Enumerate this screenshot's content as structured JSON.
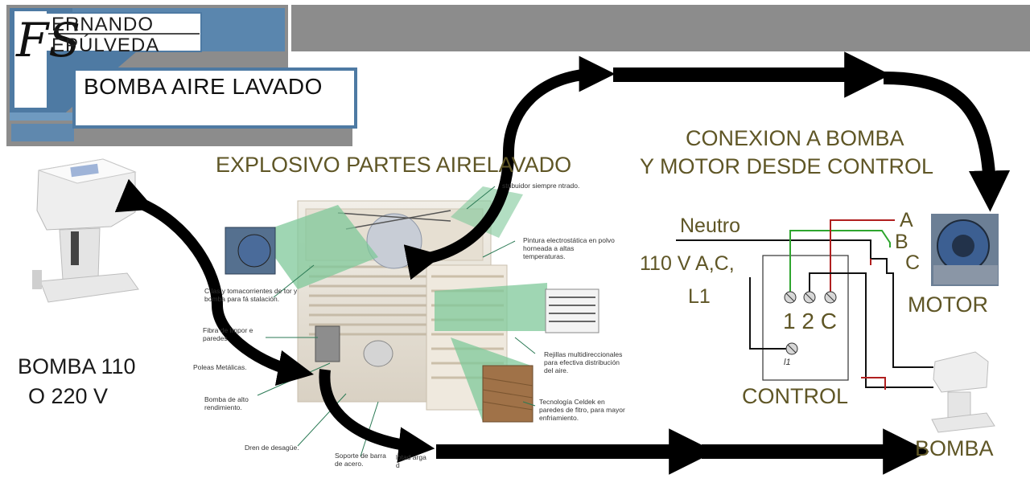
{
  "header": {
    "logo_monogram": "FS",
    "logo_line1": "ERNANDO",
    "logo_line2": "EPÚLVEDA",
    "title": "BOMBA AIRE LAVADO"
  },
  "exploded_view": {
    "title": "EXPLOSIVO PARTES AIRELAVADO",
    "callouts": [
      "stribuidor siempre ntrado.",
      "Pintura electrostática en polvo horneada a altas temperaturas.",
      "C las y tomacorrientes de tor y bomba para fá stalación.",
      "Fibra de Impor e paredes",
      "Poleas Metálicas.",
      "Bomba de alto rendimiento.",
      "Dren de desagüe.",
      "Soporte de barra de acero.",
      "lotad arga d",
      "Rejillas multidireccionales para efectiva distribución del aire.",
      "Tecnología Celdek en paredes de fitro, para mayor enfriamiento."
    ]
  },
  "connection": {
    "title_line1": "CONEXION A BOMBA",
    "title_line2": "Y MOTOR DESDE CONTROL",
    "label_neutro": "Neutro",
    "label_110": "110 V A,C,",
    "label_l1": "L1",
    "label_a": "A",
    "label_b": "B",
    "label_c": "C",
    "terminals_label": "1 2 C",
    "terminal_l1": "l1",
    "label_motor": "MOTOR",
    "label_control": "CONTROL",
    "label_bomba": "BOMBA"
  },
  "pump": {
    "label_line1": "BOMBA 110",
    "label_line2": "O 220 V"
  },
  "colors": {
    "header_blue": "#4e7aa3",
    "header_grey": "#8c8c8c",
    "text_olive": "#5f5626",
    "arrow": "#000000",
    "wire_green": "#2ea52e",
    "wire_red": "#b01f1f",
    "wire_black": "#111111",
    "panel_green": "#7fc89a"
  }
}
